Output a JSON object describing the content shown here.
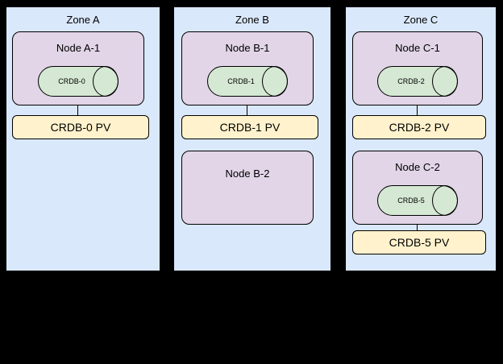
{
  "diagram": {
    "zones": [
      {
        "label": "Zone A",
        "nodes": [
          {
            "label": "Node A-1",
            "pod": "CRDB-0",
            "pv": "CRDB-0 PV"
          }
        ]
      },
      {
        "label": "Zone B",
        "nodes": [
          {
            "label": "Node B-1",
            "pod": "CRDB-1",
            "pv": "CRDB-1 PV"
          },
          {
            "label": "Node B-2"
          }
        ]
      },
      {
        "label": "Zone C",
        "nodes": [
          {
            "label": "Node C-1",
            "pod": "CRDB-2",
            "pv": "CRDB-2 PV"
          },
          {
            "label": "Node C-2",
            "pod": "CRDB-5",
            "pv": "CRDB-5 PV"
          }
        ]
      }
    ],
    "colors": {
      "background": "#000000",
      "zone_fill": "#dae8fc",
      "node_fill": "#e1d5e7",
      "pod_fill": "#d5e8d4",
      "pv_fill": "#fff2cc",
      "stroke": "#000000"
    }
  }
}
